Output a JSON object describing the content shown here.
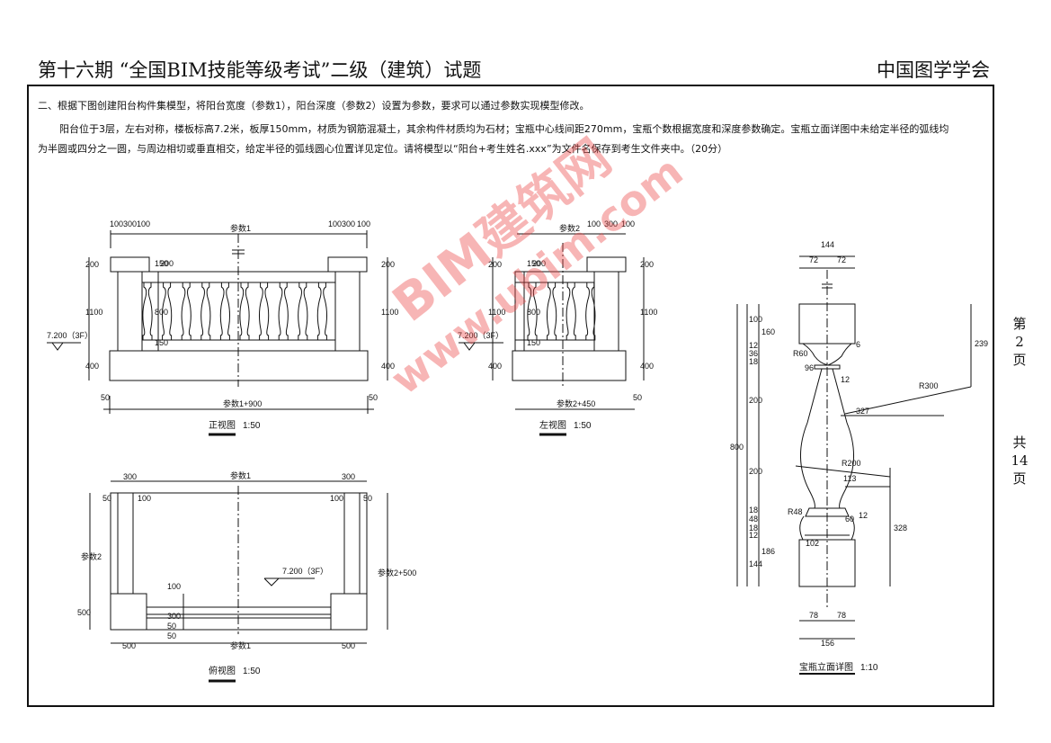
{
  "header": {
    "title": "第十六期 “全国BIM技能等级考试”二级（建筑）试题",
    "org": "中国图学学会"
  },
  "question": {
    "line1": "二、根据下图创建阳台构件集模型，将阳台宽度（参数1），阳台深度（参数2）设置为参数，要求可以通过参数实现模型修改。",
    "line2": "阳台位于3层，左右对称，楼板标高7.2米，板厚150mm，材质为钢筋混凝土，其余构件材质均为石材；宝瓶中心线间距270mm，宝瓶个数根据宽度和深度参数确定。宝瓶立面详图中未给定半径的弧线均",
    "line3": "为半圆或四分之一圆，与周边相切或垂直相交，给定半径的弧线圆心位置详见定位。请将模型以“阳台+考生姓名.xxx”为文件名保存到考生文件夹中。（20分）"
  },
  "page_counter": {
    "page": [
      "第",
      "2",
      "页"
    ],
    "total": [
      "共",
      "14",
      "页"
    ]
  },
  "front_view": {
    "caption": "正视图",
    "scale": "1:50",
    "elev": "7.200（3F）",
    "param_top": "参数1",
    "param_bottom": "参数1+900",
    "top_dims": [
      "100",
      "300",
      "100",
      "100",
      "300",
      "100"
    ],
    "left_dims": [
      "200",
      "1100",
      "400"
    ],
    "inner_dims": [
      "150",
      "200",
      "800",
      "150"
    ],
    "right_dims": [
      "200",
      "1100",
      "400"
    ],
    "side_dims": [
      "50",
      "50"
    ]
  },
  "left_view": {
    "caption": "左视图",
    "scale": "1:50",
    "elev": "7.200（3F）",
    "param_top": "参数2",
    "param_bottom": "参数2+450",
    "top_dims": [
      "100",
      "300",
      "100"
    ],
    "left_dims": [
      "200",
      "1100",
      "400"
    ],
    "inner_dims": [
      "150",
      "200",
      "800",
      "150"
    ],
    "right_dims": [
      "200",
      "1100",
      "400"
    ],
    "side_dims": [
      "50"
    ]
  },
  "top_view": {
    "caption": "俯视图",
    "scale": "1:50",
    "elev": "7.200（3F）",
    "param_top": "参数1",
    "param_left": "参数2",
    "param_right": "参数2+500",
    "top_dims": [
      "300",
      "50",
      "100",
      "100",
      "300",
      "50"
    ],
    "left_dims": [
      "500"
    ],
    "mid_dims": [
      "100",
      "300",
      "50",
      "50"
    ],
    "bottom_dims": [
      "500",
      "参数1",
      "500"
    ]
  },
  "vase_detail": {
    "caption": "宝瓶立面详图",
    "scale": "1:10",
    "top_dims": [
      "144",
      "72",
      "72"
    ],
    "bottom_dims": [
      "78",
      "78",
      "156"
    ],
    "left_dims": [
      "100",
      "160",
      "12",
      "36",
      "18",
      "200",
      "800",
      "200",
      "18",
      "48",
      "18",
      "12",
      "186",
      "144"
    ],
    "right_dims": [
      "239",
      "328"
    ],
    "radii": [
      "R60",
      "R300",
      "R200",
      "R48"
    ],
    "labels": [
      "6",
      "96",
      "12",
      "327",
      "113",
      "60",
      "12",
      "102"
    ]
  }
}
